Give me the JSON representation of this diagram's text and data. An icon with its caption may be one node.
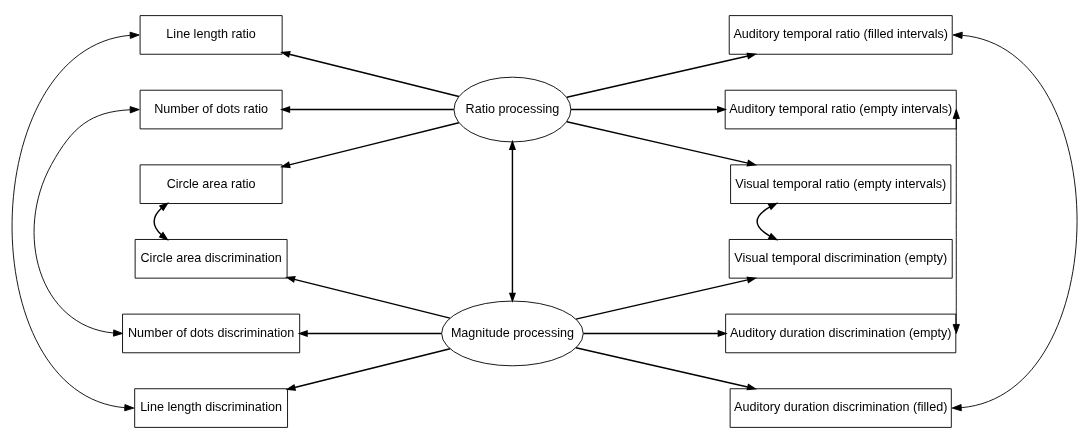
{
  "diagram": {
    "nodes": [
      {
        "text": [
          "Line length ratio"
        ]
      },
      {
        "text": [
          "Number of dots ratio"
        ]
      },
      {
        "text": [
          "Circle area ratio"
        ]
      },
      {
        "text": [
          "Circle area discrimination"
        ]
      },
      {
        "text": [
          "Number of dots discrimination"
        ]
      },
      {
        "text": [
          "Line length discrimination"
        ]
      },
      {
        "text": [
          "Ratio processing"
        ]
      },
      {
        "text": [
          "Magnitude processing"
        ]
      },
      {
        "text": [
          "Auditory temporal ratio (filled intervals)"
        ]
      },
      {
        "text": [
          "Auditory temporal ratio (empty intervals)"
        ]
      },
      {
        "text": [
          "Visual temporal ratio (empty intervals)"
        ]
      },
      {
        "text": [
          "Visual temporal discrimination (empty)"
        ]
      },
      {
        "text": [
          "Auditory duration discrimination (empty)"
        ]
      },
      {
        "text": [
          "Auditory duration discrimination (filled)"
        ]
      }
    ],
    "edges": [
      {
        "from": 6,
        "to": 0,
        "arrow": "to"
      },
      {
        "from": 6,
        "to": 1,
        "arrow": "to"
      },
      {
        "from": 6,
        "to": 2,
        "arrow": "to"
      },
      {
        "from": 7,
        "to": 3,
        "arrow": "to"
      },
      {
        "from": 7,
        "to": 4,
        "arrow": "to"
      },
      {
        "from": 7,
        "to": 5,
        "arrow": "to"
      },
      {
        "from": 6,
        "to": 8,
        "arrow": "to"
      },
      {
        "from": 6,
        "to": 9,
        "arrow": "to"
      },
      {
        "from": 6,
        "to": 10,
        "arrow": "to"
      },
      {
        "from": 7,
        "to": 11,
        "arrow": "to"
      },
      {
        "from": 7,
        "to": 12,
        "arrow": "to"
      },
      {
        "from": 7,
        "to": 13,
        "arrow": "to"
      },
      {
        "from": 6,
        "to": 7,
        "arrow": "both"
      },
      {
        "from": 0,
        "to": 5,
        "arrow": "both"
      },
      {
        "from": 1,
        "to": 4,
        "arrow": "both"
      },
      {
        "from": 2,
        "to": 3,
        "arrow": "both"
      },
      {
        "from": 8,
        "to": 13,
        "arrow": "both"
      },
      {
        "from": 9,
        "to": 12,
        "arrow": "both"
      },
      {
        "from": 10,
        "to": 11,
        "arrow": "both"
      }
    ]
  }
}
